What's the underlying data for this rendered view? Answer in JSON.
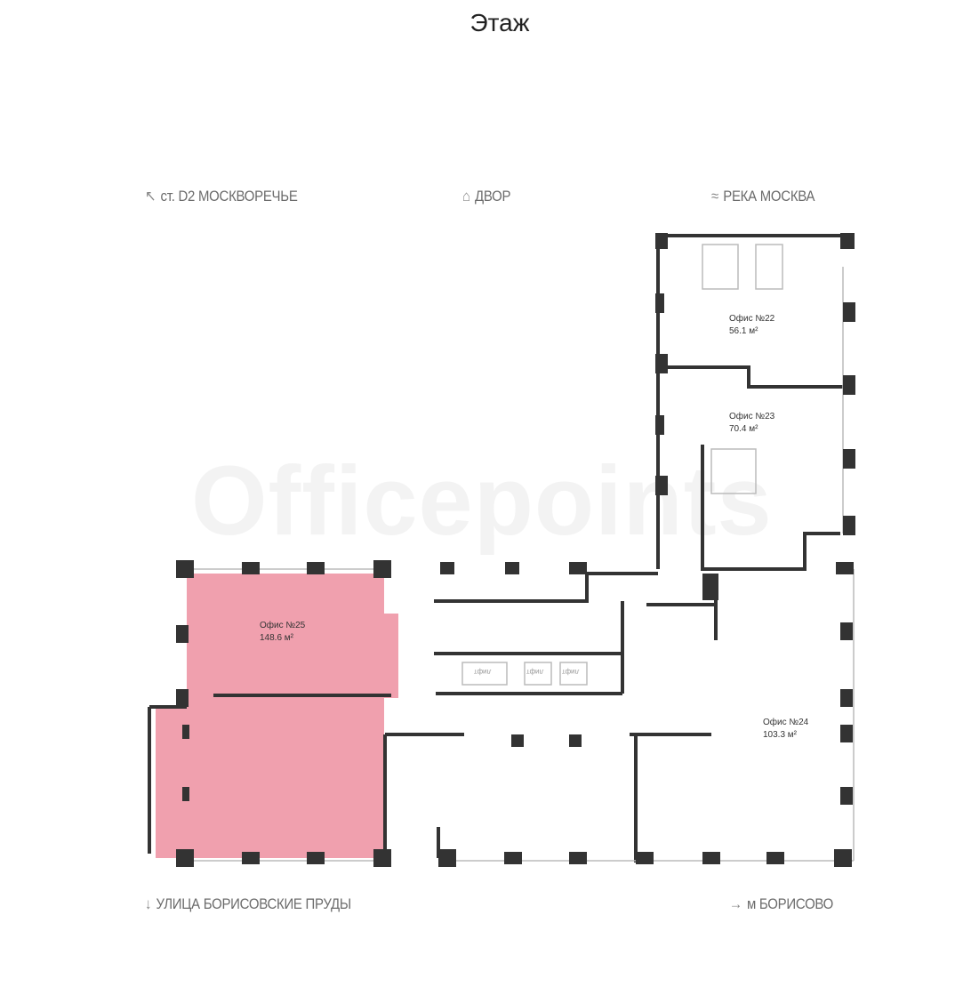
{
  "title": "Этаж",
  "watermark": "Officepoints",
  "directions": {
    "top_left": {
      "icon": "arrow-up-left-icon",
      "label": "ст. D2 МОСКВОРЕЧЬЕ"
    },
    "top_center": {
      "icon": "courtyard-icon",
      "label": "ДВОР"
    },
    "top_right": {
      "icon": "waves-icon",
      "label": "РЕКА МОСКВА"
    },
    "bottom_left": {
      "icon": "arrow-down-icon",
      "label": "УЛИЦА БОРИСОВСКИЕ ПРУДЫ"
    },
    "bottom_right": {
      "icon": "arrow-right-icon",
      "label": "м БОРИСОВО"
    }
  },
  "offices": [
    {
      "name": "Офис №22",
      "area": "56.1 м²"
    },
    {
      "name": "Офис №23",
      "area": "70.4 м²"
    },
    {
      "name": "Офис №24",
      "area": "103.3 м²"
    },
    {
      "name": "Офис №25",
      "area": "148.6 м²",
      "highlighted": true
    }
  ],
  "lift_label": "лифт",
  "colors": {
    "highlight": "#f0a0ae",
    "wall": "#333333",
    "text": "#6b6b6b"
  }
}
